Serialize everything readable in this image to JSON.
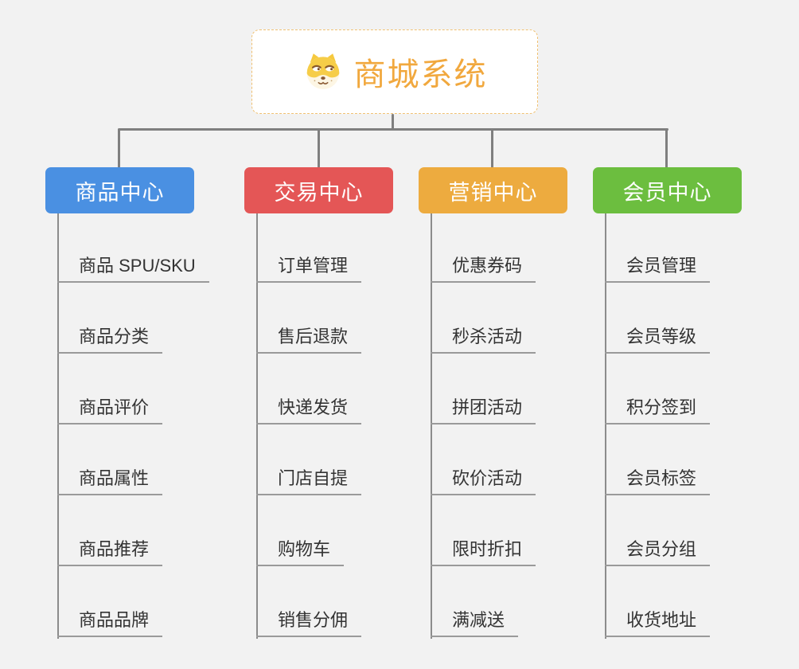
{
  "diagram": {
    "background_color": "#f2f2f2",
    "connector_color": "#7f7f7f",
    "root": {
      "title": "商城系统",
      "icon": "doge-icon",
      "text_color": "#f1a83e",
      "border_color": "#f0c173"
    },
    "branches": [
      {
        "label": "商品中心",
        "color": "#4a90e2",
        "items": [
          "商品 SPU/SKU",
          "商品分类",
          "商品评价",
          "商品属性",
          "商品推荐",
          "商品品牌"
        ]
      },
      {
        "label": "交易中心",
        "color": "#e45656",
        "items": [
          "订单管理",
          "售后退款",
          "快递发货",
          "门店自提",
          "购物车",
          "销售分佣"
        ]
      },
      {
        "label": "营销中心",
        "color": "#edab3f",
        "items": [
          "优惠券码",
          "秒杀活动",
          "拼团活动",
          "砍价活动",
          "限时折扣",
          "满减送"
        ]
      },
      {
        "label": "会员中心",
        "color": "#6cbe3f",
        "items": [
          "会员管理",
          "会员等级",
          "积分签到",
          "会员标签",
          "会员分组",
          "收货地址"
        ]
      }
    ]
  }
}
